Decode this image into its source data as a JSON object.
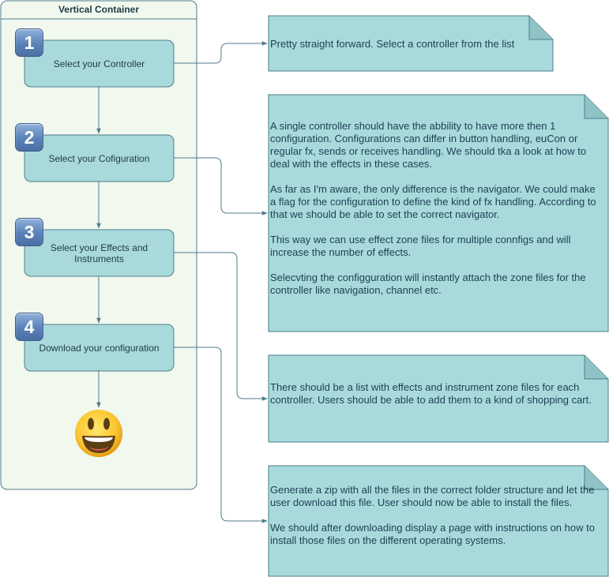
{
  "container": {
    "title": "Vertical Container"
  },
  "steps": [
    {
      "number": "1",
      "label": "Select your Controller"
    },
    {
      "number": "2",
      "label": "Select your Cofiguration"
    },
    {
      "number": "3",
      "label": "Select your Effects and Instruments"
    },
    {
      "number": "4",
      "label": "Download your configuration"
    }
  ],
  "end_icon": "smiley-face-icon",
  "notes": [
    {
      "paragraphs": [
        "Pretty straight forward. Select a controller from the list"
      ]
    },
    {
      "paragraphs": [
        "A single controller should have the abbility to have more then 1 configuration. Configurations can differ in button handling, euCon or regular fx, sends or receives handling. We should tka a look at how to deal with the effects in these cases.",
        "As far as I'm aware, the only difference is the navigator. We could make a flag for the configuration to define the kind of fx handling. According to that we should be able to set the correct navigator.",
        "This way we can use effect zone files for multiple connfigs and will increase the number of effects.",
        "Selecvting the configguration will instantly attach the zone files for the controller like navigation, channel etc."
      ]
    },
    {
      "paragraphs": [
        "There should be a list with effects and instrument zone files for each controller. Users should be able to add them to a kind of shopping cart."
      ]
    },
    {
      "paragraphs": [
        "Generate a zip with all the files in the correct folder structure and let the user download this file. User should now be able to install the files.",
        "We should after downloading display a page with instructions on how to install those files on the different operating systems."
      ]
    }
  ],
  "colors": {
    "container_fill": "#f1f8ee",
    "container_stroke": "#4f7c8a",
    "step_fill": "#a8dadc",
    "note_fill": "#a8dadc",
    "note_fold": "#8fc3c5",
    "connector": "#4f7c8a",
    "text": "#1d3f52"
  }
}
